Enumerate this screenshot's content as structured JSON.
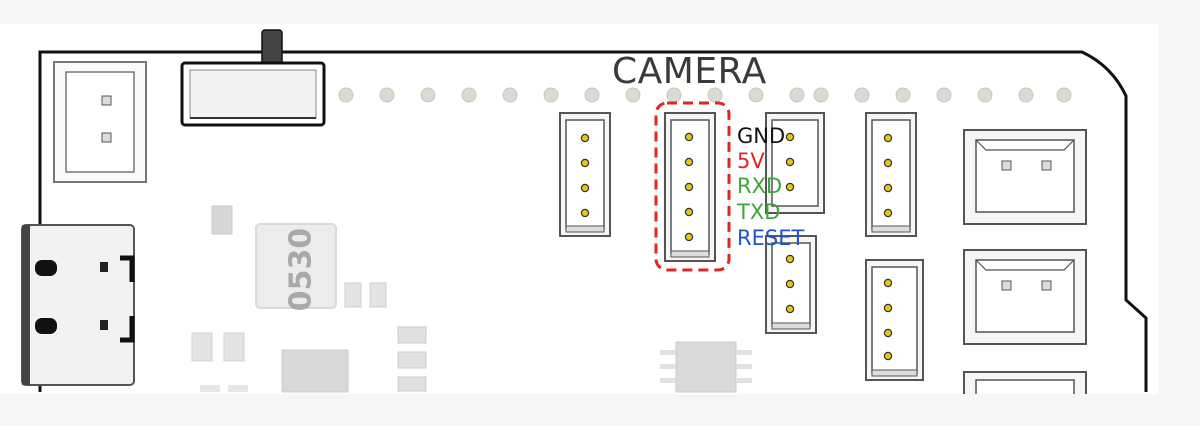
{
  "diagram": {
    "title": "CAMERA",
    "chip_marking": "0530",
    "camera_pins": [
      {
        "label": "GND",
        "color": "#111111"
      },
      {
        "label": "5V",
        "color": "#e32424"
      },
      {
        "label": "RXD",
        "color": "#3da53a"
      },
      {
        "label": "TXD",
        "color": "#3da53a"
      },
      {
        "label": "RESET",
        "color": "#2255c4"
      }
    ],
    "colors": {
      "board_outline": "#111111",
      "connector_outline": "#555555",
      "pin_fill": "#e8c619",
      "highlight": "#e32424",
      "header_hole": "#d6dcd2"
    }
  }
}
